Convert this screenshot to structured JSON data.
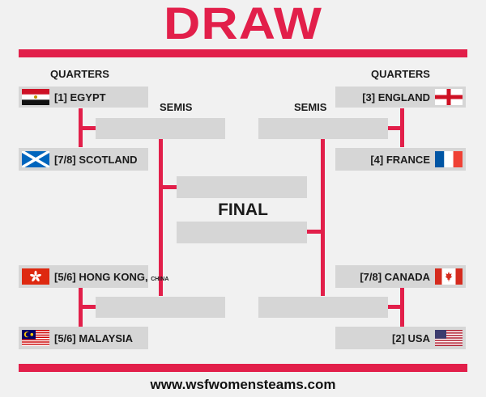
{
  "header": {
    "title": "DRAW"
  },
  "rounds": {
    "quarters_left": "QUARTERS",
    "quarters_right": "QUARTERS",
    "semis_left": "SEMIS",
    "semis_right": "SEMIS",
    "final": "FINAL"
  },
  "teams": {
    "egypt": {
      "label": "[1] EGYPT",
      "flag": "egypt-flag"
    },
    "scotland": {
      "label": "[7/8] SCOTLAND",
      "flag": "scotland-flag"
    },
    "hong_kong": {
      "label": "[5/6] HONG KONG,",
      "suffix": "CHINA",
      "flag": "hong-kong-flag"
    },
    "malaysia": {
      "label": "[5/6] MALAYSIA",
      "flag": "malaysia-flag"
    },
    "england": {
      "label": "[3] ENGLAND",
      "flag": "england-flag"
    },
    "france": {
      "label": "[4] FRANCE",
      "flag": "france-flag"
    },
    "canada": {
      "label": "[7/8] CANADA",
      "flag": "canada-flag"
    },
    "usa": {
      "label": "[2] USA",
      "flag": "usa-flag"
    }
  },
  "footer": {
    "url": "www.wsfwomensteams.com"
  },
  "colors": {
    "accent": "#e21f4a",
    "slot": "#d6d6d6",
    "background": "#f1f1f1"
  }
}
